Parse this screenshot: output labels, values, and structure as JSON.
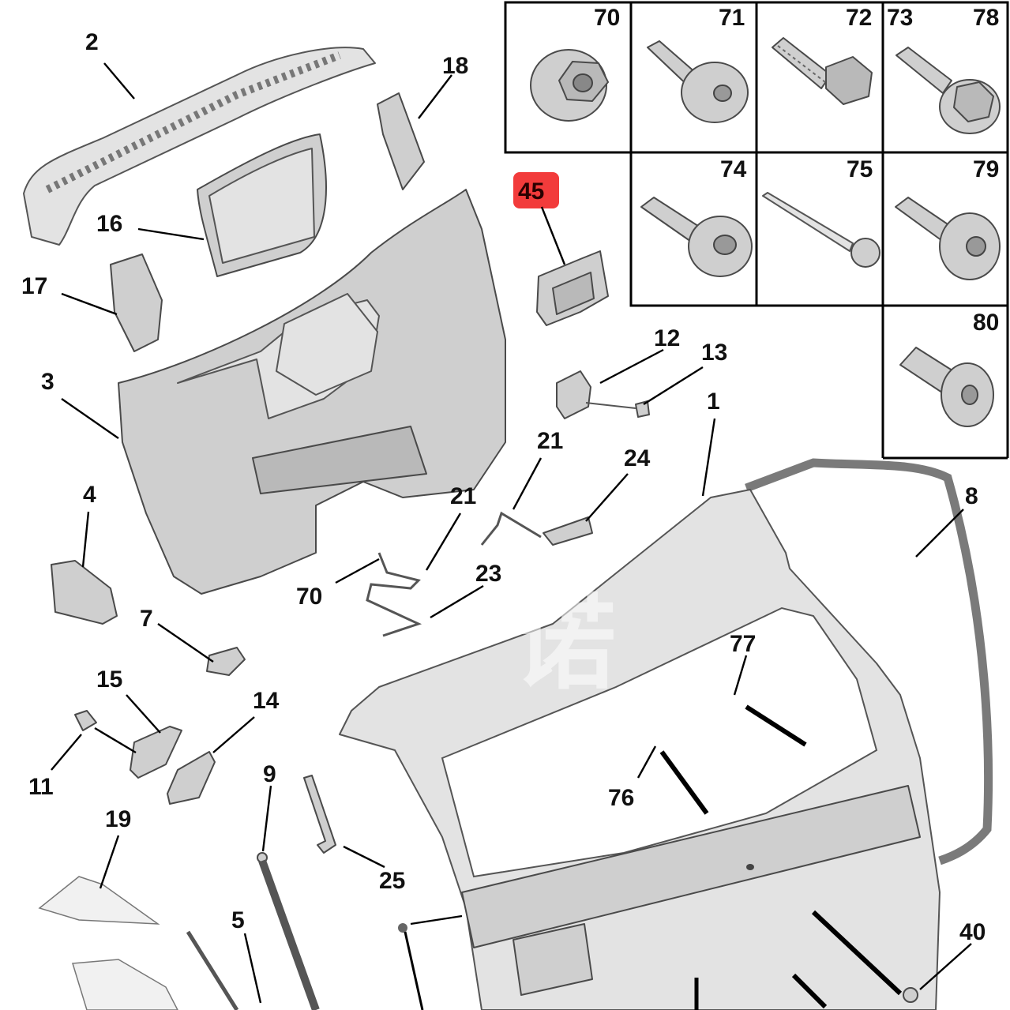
{
  "fastener_grid": [
    {
      "num": "70",
      "icon": "flange-nut-icon"
    },
    {
      "num": "71",
      "icon": "flange-stud-bolt-icon"
    },
    {
      "num": "72",
      "icon": "hex-screw-icon"
    },
    {
      "num": "73",
      "icon": "hex-flange-screw-icon"
    },
    {
      "num": "78",
      "icon": "hex-flange-screw-icon"
    },
    {
      "num": "74",
      "icon": "torx-washer-screw-icon"
    },
    {
      "num": "75",
      "icon": "wood-screw-icon"
    },
    {
      "num": "79",
      "icon": "torx-flange-screw-icon"
    },
    {
      "num": "80",
      "icon": "shoulder-stud-icon"
    }
  ],
  "highlighted_part": "45",
  "callouts": {
    "c1": "1",
    "c2": "2",
    "c3": "3",
    "c4": "4",
    "c5": "5",
    "c7": "7",
    "c8": "8",
    "c9": "9",
    "c11": "11",
    "c12": "12",
    "c13": "13",
    "c14": "14",
    "c15": "15",
    "c16": "16",
    "c17": "17",
    "c18": "18",
    "c19": "19",
    "c21a": "21",
    "c21b": "21",
    "c23": "23",
    "c24": "24",
    "c25": "25",
    "c40": "40",
    "c70": "70",
    "c76": "76",
    "c77": "77"
  },
  "watermark": "诺",
  "colors": {
    "highlight": "#f23b3b",
    "part_fill": "#cfcfcf",
    "outline": "#4a4a4a"
  }
}
